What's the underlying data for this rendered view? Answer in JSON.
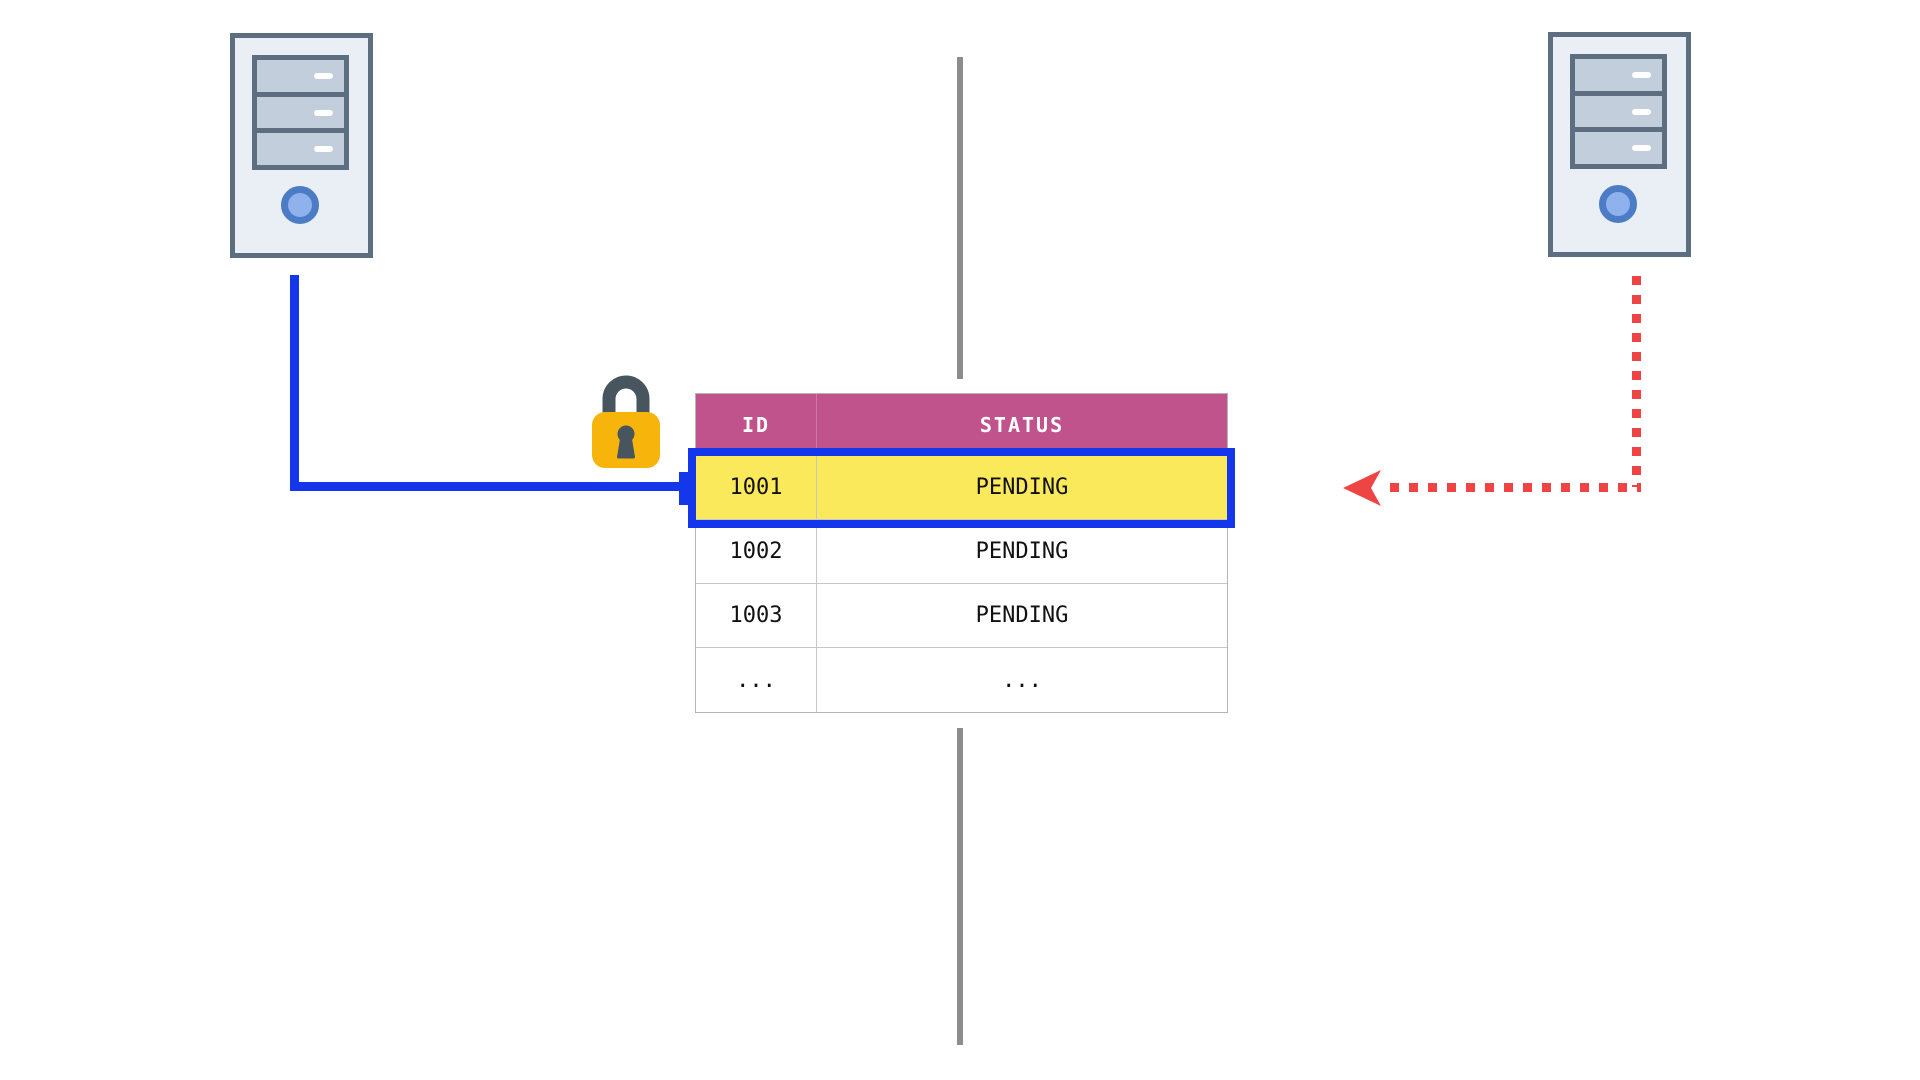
{
  "table": {
    "columns": [
      {
        "label": "ID"
      },
      {
        "label": "STATUS"
      }
    ],
    "rows": [
      {
        "id": "1001",
        "status": "PENDING",
        "locked": true
      },
      {
        "id": "1002",
        "status": "PENDING",
        "locked": false
      },
      {
        "id": "1003",
        "status": "PENDING",
        "locked": false
      },
      {
        "id": "...",
        "status": "...",
        "locked": false
      }
    ]
  },
  "icons": {
    "left_server": "server-icon",
    "right_server": "server-icon",
    "lock": "padlock-icon",
    "blocked_arrow": "arrow-left-icon"
  },
  "colors": {
    "header_bg": "#c0538b",
    "locked_row_bg": "#fbe95c",
    "lock_holder_line": "#1437eb",
    "blocked_line": "#ef4444",
    "center_divider": "#8c8c8c",
    "lock_body": "#f7b50c",
    "lock_shackle": "#47555f",
    "server_outline": "#5d6e80",
    "server_fill": "#e9eff5",
    "server_bay_fill": "#c3cedd",
    "power_button": "#4d7cc7"
  }
}
